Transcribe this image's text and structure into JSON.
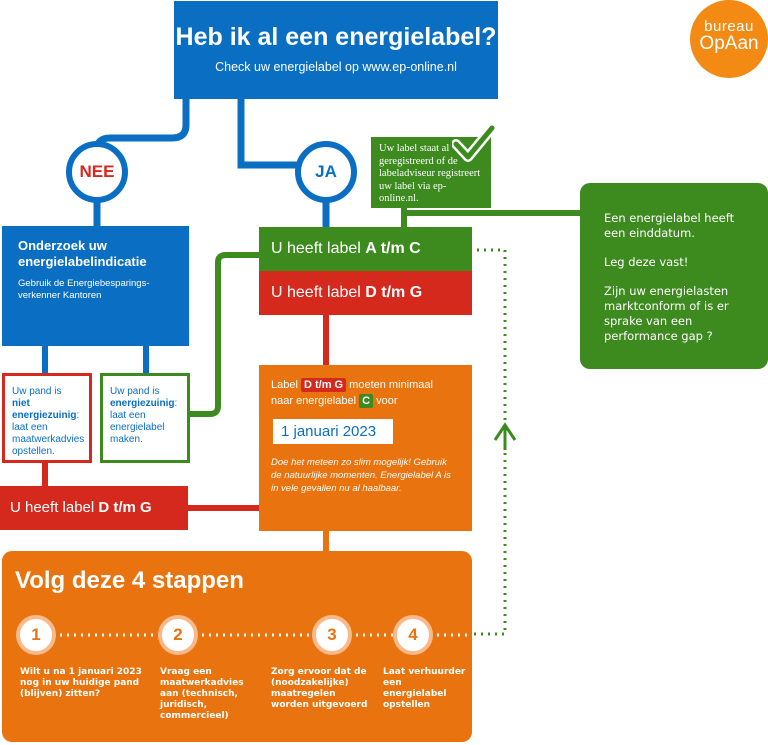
{
  "title": "Heb ik al een energielabel?",
  "subtitle": "Check uw energielabel op www.ep-online.nl",
  "logo": {
    "line1": "bureau",
    "line2": "OpAan"
  },
  "nee": "NEE",
  "ja": "JA",
  "onderzoek": {
    "heading": "Onderzoek uw energielabelindicatie",
    "sub": "Gebruik de Energiebesparings-verkenner Kantoren"
  },
  "niet_zuinig": {
    "pre": "Uw pand is ",
    "bold": "niet energiezuinig",
    "post": ": laat een maatwerkadvies opstellen."
  },
  "wel_zuinig": {
    "pre": "Uw pand is ",
    "bold": "energiezuinig",
    "post": ": laat een energielabel maken."
  },
  "label_dg_left": {
    "pre": "U heeft label ",
    "bold": "D t/m G"
  },
  "registered": "Uw label staat al geregistreerd of de labeladviseur registreert uw label via ep-online.nl.",
  "label_ac": {
    "pre": "U heeft label ",
    "bold": "A t/m C"
  },
  "label_dg": {
    "pre": "U heeft label ",
    "bold": "D t/m G"
  },
  "einddatum": {
    "p1": "Een energielabel heeft een einddatum.",
    "p2": "Leg deze vast!",
    "p3": "Zijn uw energielasten marktconform of is er sprake van een performance gap ?"
  },
  "minimal": {
    "pre": "Label ",
    "tag_red": "D t/m G",
    "mid": " moeten minimaal",
    "line2_pre": "naar energielabel ",
    "tag_green": "C",
    "line2_post": " voor",
    "date": "1 januari 2023",
    "italic": "Doe het meteen zo slim mogelijk! Gebruik de natuurlijke momenten. Energielabel A is in vele gevallen nu al haalbaar."
  },
  "steps": {
    "title": "Volg deze 4 stappen",
    "items": [
      {
        "num": "1",
        "text": "Wilt u na 1 januari 2023 nog in uw huidige pand (blijven) zitten?"
      },
      {
        "num": "2",
        "text": "Vraag een maatwerkadvies aan (technisch, juridisch, commercieel)"
      },
      {
        "num": "3",
        "text": "Zorg ervoor dat de (noodzakelijke) maatregelen worden uitgevoerd"
      },
      {
        "num": "4",
        "text": "Laat verhuurder een energielabel opstellen"
      }
    ]
  },
  "colors": {
    "blue": "#0a6fc2",
    "green": "#3d8a1f",
    "red": "#d6291e",
    "orange": "#e8730f"
  }
}
